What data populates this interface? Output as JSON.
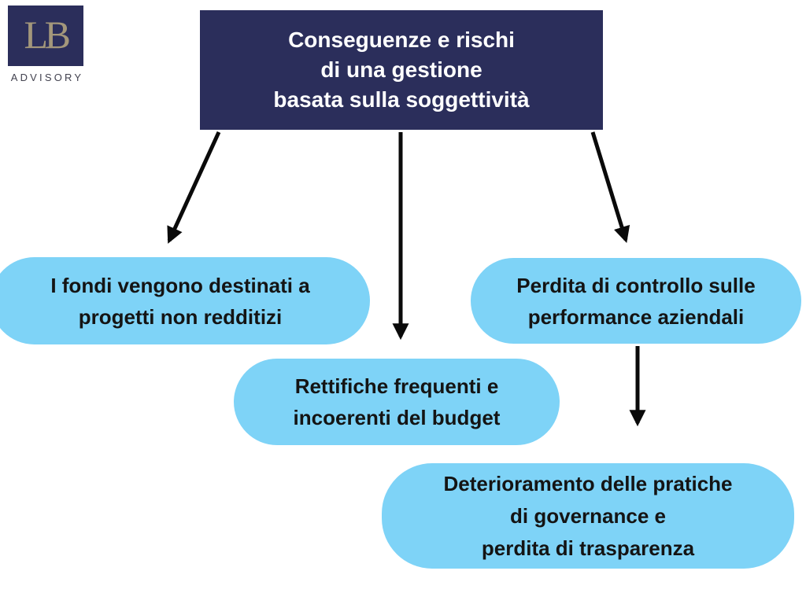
{
  "colors": {
    "navy": "#2b2e5b",
    "bubble_blue": "#7ed3f7",
    "logo_gold": "#a3977b",
    "ink": "#141414",
    "wordmark_ink": "#42424f"
  },
  "logo": {
    "monogram": "LB",
    "wordmark": "ADVISORY"
  },
  "header": {
    "title": "Conseguenze e rischi\ndi una gestione\nbasata sulla soggettività"
  },
  "bubbles": [
    {
      "id": "funds",
      "text": "I fondi vengono destinati a\nprogetti non redditizi"
    },
    {
      "id": "budget",
      "text": "Rettifiche frequenti e\nincoerenti del budget"
    },
    {
      "id": "performance",
      "text": "Perdita di controllo sulle\nperformance aziendali"
    },
    {
      "id": "governance",
      "text": "Deterioramento delle pratiche\ndi governance e\nperdita di trasparenza"
    }
  ],
  "connections": [
    {
      "from": "title",
      "to": "funds"
    },
    {
      "from": "title",
      "to": "budget"
    },
    {
      "from": "title",
      "to": "performance"
    },
    {
      "from": "performance",
      "to": "governance"
    }
  ]
}
